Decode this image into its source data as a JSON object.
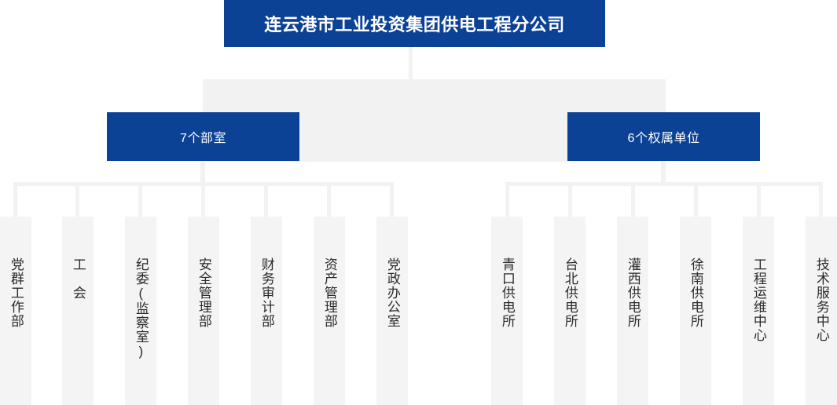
{
  "chart": {
    "type": "org-chart",
    "colors": {
      "brand_blue": "#0c4295",
      "box_gray": "#f4f4f4",
      "connector_gray": "#f2f2f2",
      "label_text": "#2b2b2b",
      "blue_text": "#ffffff"
    },
    "root": {
      "label": "连云港市工业投资集团供电工程分公司"
    },
    "groups": [
      {
        "id": "departments",
        "label": "7个部室",
        "count": 7,
        "children": [
          {
            "label": "党群工作部"
          },
          {
            "label": "工　会"
          },
          {
            "label": "纪委(监察室)"
          },
          {
            "label": "安全管理部"
          },
          {
            "label": "财务审计部"
          },
          {
            "label": "资产管理部"
          },
          {
            "label": "党政办公室"
          }
        ]
      },
      {
        "id": "subsidiaries",
        "label": "6个权属单位",
        "count": 6,
        "children": [
          {
            "label": "青口供电所"
          },
          {
            "label": "台北供电所"
          },
          {
            "label": "灌西供电所"
          },
          {
            "label": "徐南供电所"
          },
          {
            "label": "工程运维中心"
          },
          {
            "label": "技术服务中心"
          }
        ]
      }
    ]
  }
}
